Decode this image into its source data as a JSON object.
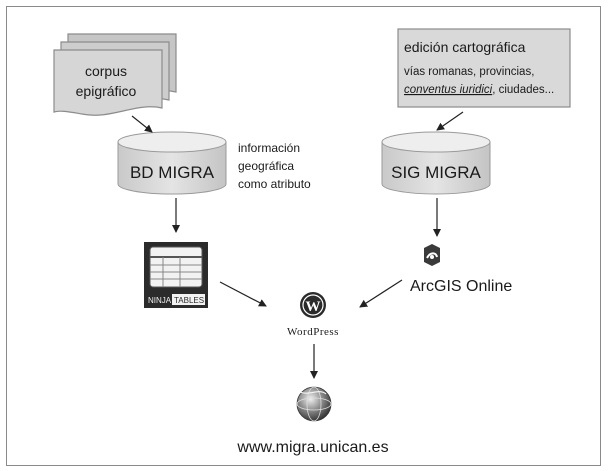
{
  "diagram": {
    "corpus_doc": {
      "line1": "corpus",
      "line2": "epigráfico"
    },
    "cartographic_box": {
      "title": "edición cartográfica",
      "line1": "vías romanas, provincias,",
      "line2_italic": "conventus iuridici",
      "line2_rest": ", ciudades..."
    },
    "bd_migra": {
      "label": "BD MIGRA"
    },
    "sig_migra": {
      "label": "SIG MIGRA"
    },
    "geo_note": {
      "line1": "información",
      "line2": "geográfica",
      "line3": "como atributo"
    },
    "ninja_tables_logo": {
      "word1": "NINJA",
      "word2": "TABLES"
    },
    "arcgis_logo": {
      "text": "ArcGIS Online"
    },
    "wordpress_logo": {
      "text": "WordPress"
    },
    "site_url": {
      "text": "www.migra.unican.es"
    },
    "icons": [
      "ninja-tables-icon",
      "arcgis-online-icon",
      "wordpress-icon",
      "globe-icon"
    ]
  }
}
